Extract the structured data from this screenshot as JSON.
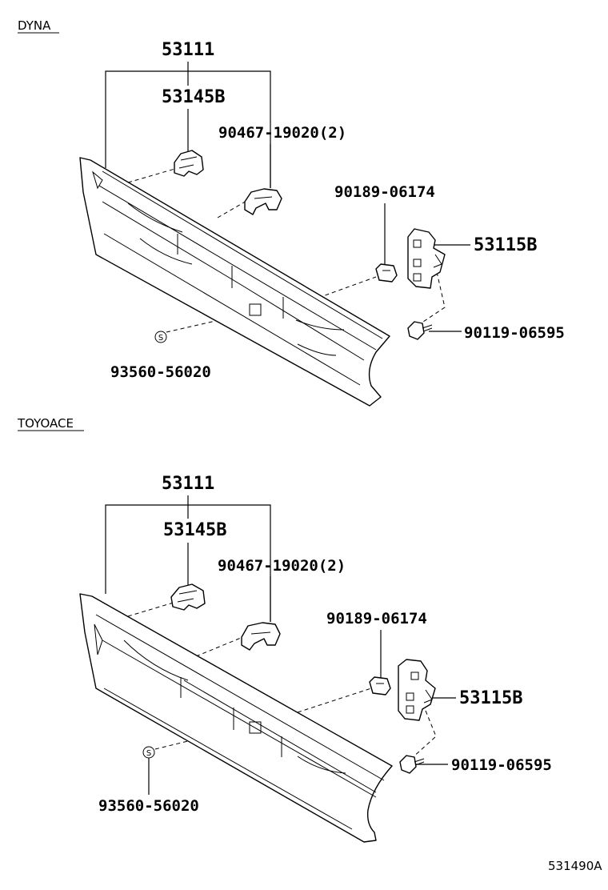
{
  "sections": [
    {
      "title": "DYNA",
      "labels": {
        "grille": "53111",
        "bracket_upper": "53145B",
        "clip": "90467-19020(2)",
        "nut": "90189-06174",
        "bracket_side": "53115B",
        "bolt": "90119-06595",
        "emblem": "93560-56020"
      },
      "s_symbol": "S"
    },
    {
      "title": "TOYOACE",
      "labels": {
        "grille": "53111",
        "bracket_upper": "53145B",
        "clip": "90467-19020(2)",
        "nut": "90189-06174",
        "bracket_side": "53115B",
        "bolt": "90119-06595",
        "emblem": "93560-56020"
      },
      "s_symbol": "S"
    }
  ],
  "diagram_code": "531490A"
}
